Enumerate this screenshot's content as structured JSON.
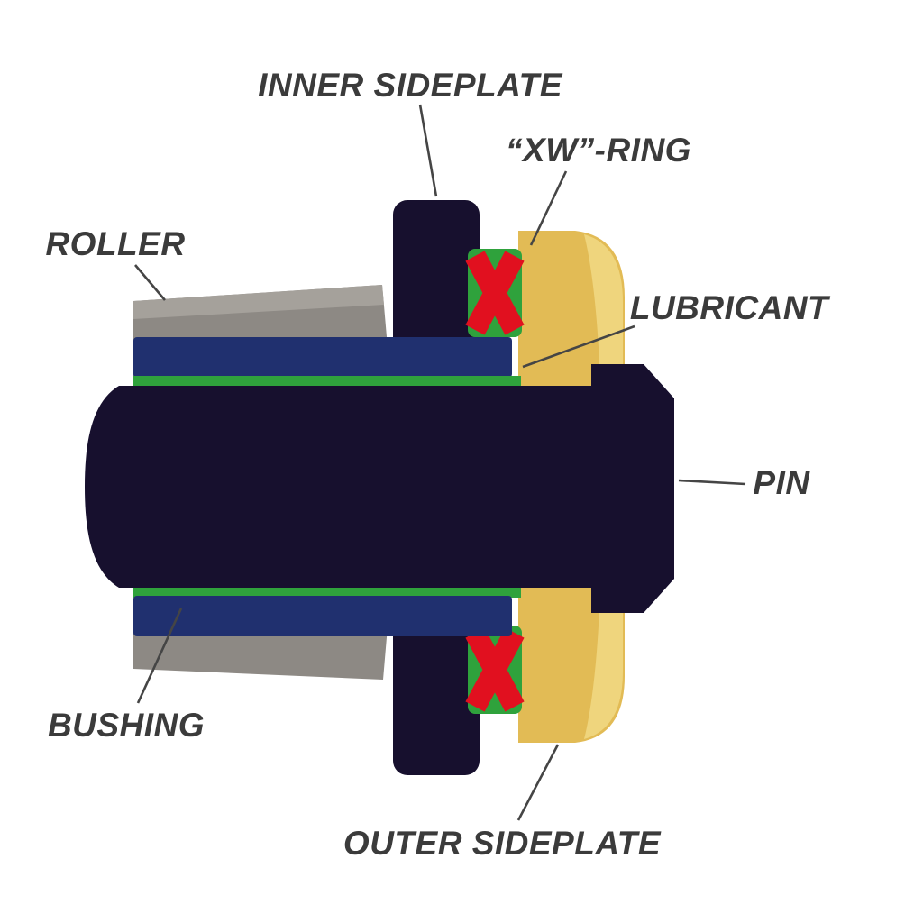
{
  "diagram": {
    "name": "roller-chain-pin-cross-section",
    "labels": {
      "inner_sideplate": "INNER SIDEPLATE",
      "xw_ring": "“XW”-RING",
      "roller": "ROLLER",
      "lubricant": "LUBRICANT",
      "pin": "PIN",
      "bushing": "BUSHING",
      "outer_sideplate": "OUTER SIDEPLATE"
    },
    "colors": {
      "pin_dark": "#17102e",
      "inner_sideplate_dark": "#17102e",
      "roller_gray": "#8d8984",
      "roller_gray_light": "#a5a19b",
      "bushing_blue": "#20306f",
      "lubricant_green": "#2fa23c",
      "xw_ring_red": "#e1101f",
      "outer_sideplate_tan": "#e2bb55",
      "outer_sideplate_tan_light": "#efd57d",
      "label_text": "#3b3b3b",
      "leader_line": "#454545"
    }
  }
}
